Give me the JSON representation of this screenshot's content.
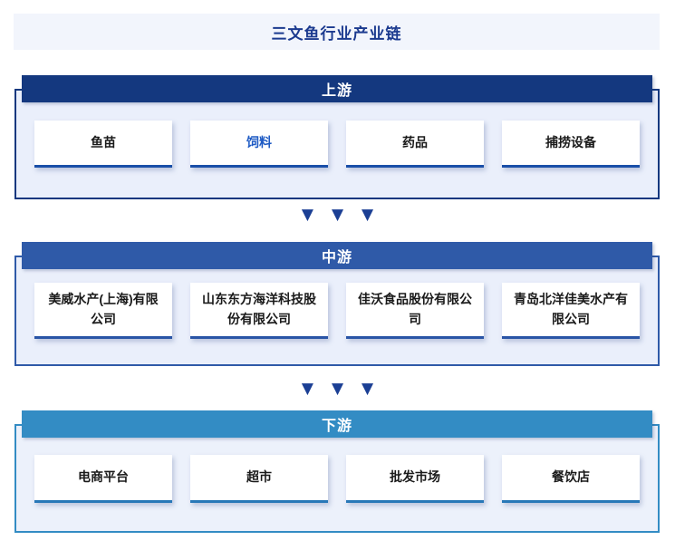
{
  "page": {
    "title": "三文鱼行业产业链"
  },
  "colors": {
    "title_bar_bg": "#f2f5fc",
    "title_text": "#1b3a8f",
    "upstream_accent": "#14387f",
    "midstream_accent": "#2f5aa8",
    "downstream_accent": "#338cc4",
    "section_bg": "#eaeffb",
    "card_border_upstream": "#1a4fa8",
    "card_border_midstream": "#2a55a6",
    "card_border_downstream": "#2878b8",
    "arrow": "#1b3f94",
    "link_text": "#1d5ac4",
    "card_text": "#1a1a1a"
  },
  "arrows": {
    "glyph": "▼"
  },
  "tiers": [
    {
      "label": "上游",
      "items": [
        {
          "label": "鱼苗"
        },
        {
          "label": "饲料"
        },
        {
          "label": "药品"
        },
        {
          "label": "捕捞设备"
        }
      ]
    },
    {
      "label": "中游",
      "items": [
        {
          "label": "美威水产(上海)有限公司"
        },
        {
          "label": "山东东方海洋科技股份有限公司"
        },
        {
          "label": "佳沃食品股份有限公司"
        },
        {
          "label": "青岛北洋佳美水产有限公司"
        }
      ]
    },
    {
      "label": "下游",
      "items": [
        {
          "label": "电商平台"
        },
        {
          "label": "超市"
        },
        {
          "label": "批发市场"
        },
        {
          "label": "餐饮店"
        }
      ]
    }
  ]
}
